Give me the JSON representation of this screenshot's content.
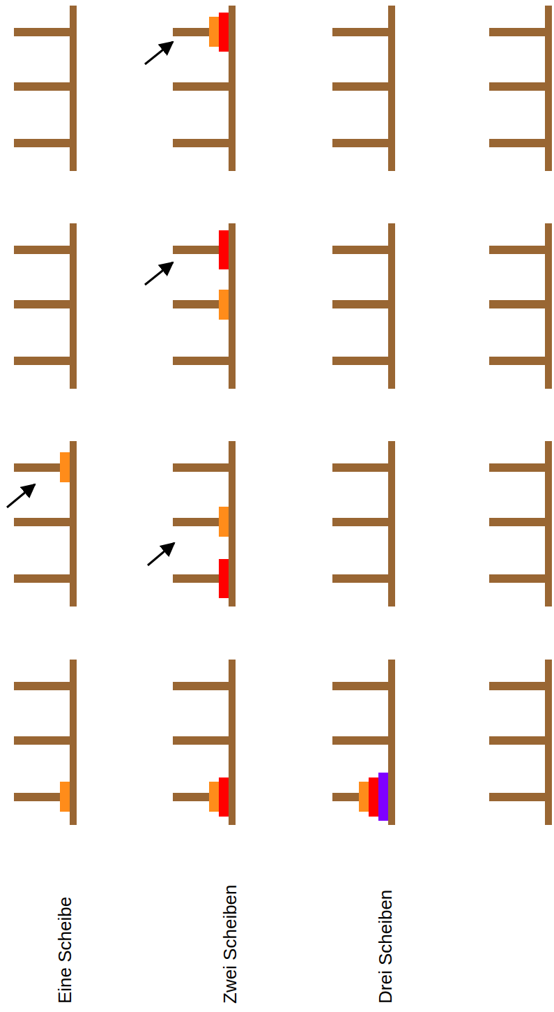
{
  "diagram": {
    "labels": [
      "Eine Scheibe",
      "Zwei Scheiben",
      "Drei Scheiben"
    ]
  }
}
